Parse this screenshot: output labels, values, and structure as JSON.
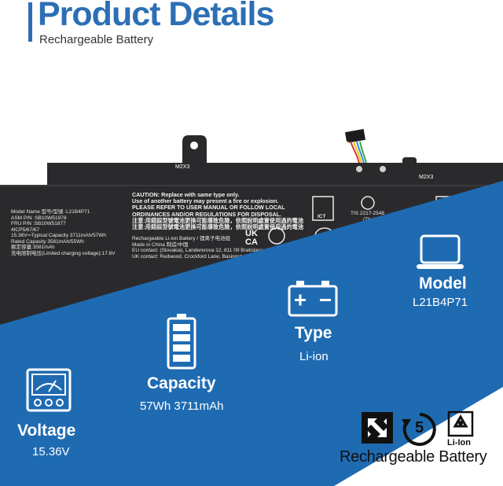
{
  "header": {
    "title": "Product Details",
    "subtitle": "Rechargeable Battery"
  },
  "battery_label": {
    "screw_labels": [
      "M2X3",
      "M2X3"
    ],
    "model_lines": [
      "Model Name 型号/型號 :L21B4P71",
      "ASM P/N :SB10W51978",
      "FRU P/N :SB10W51877",
      "4ICP5/67/67",
      "15.36V⎓Typical Capacity 3711mAh/57Wh",
      "Rated Capacity 3581mAh/55Wh",
      "额定容量:3581mAh",
      "充电限制电压(Limited charging voltage):17.6V"
    ],
    "caution_lines": [
      "CAUTION: Replace with same type only.",
      "Use of another battery may present a fire or explosion.",
      "PLEASE REFER TO USER MANUAL OR FOLLOW LOCAL",
      "ORDINANCES AND/OR REGULATIONS FOR DISPOSAL.",
      "注意:用錯誤型號電池更換可能導致危險，依照說明處置使用過的電池",
      "注意:用錯誤型號電池更換可能導致危險，依照說明處置使用過的電池"
    ],
    "origin_lines": [
      "Rechargeable Li-ion Battery / 锂离子电池组",
      "Made in China 制造/中国",
      "EU contact: (Slovakia), Landererova 12, 811 09 Bratislava, Slovakia",
      "UK contact: Redwood, Crockford Lane, Basingstoke, RG24 8"
    ],
    "tis": "TIS 2217-2548",
    "tis_sub": "(Thailand)Lim",
    "ict": "ICT",
    "ukca": [
      "UK",
      "CA"
    ]
  },
  "stats": {
    "model": {
      "title": "Model",
      "value": "L21B4P71",
      "icon": "laptop-icon"
    },
    "type": {
      "title": "Type",
      "value": "Li-ion",
      "icon": "car-battery-icon"
    },
    "capacity": {
      "title": "Capacity",
      "value": "57Wh 3711mAh",
      "icon": "battery-level-icon"
    },
    "voltage": {
      "title": "Voltage",
      "value": "15.36V",
      "icon": "voltmeter-icon"
    }
  },
  "footer": {
    "title": "Rechargeable Battery",
    "liion_label": "Li-Ion",
    "recycle_number": "5"
  },
  "colors": {
    "brand_blue": "#2c6fb5",
    "overlay_blue": "#1f6bb2",
    "battery_black": "#2a2a2c"
  }
}
